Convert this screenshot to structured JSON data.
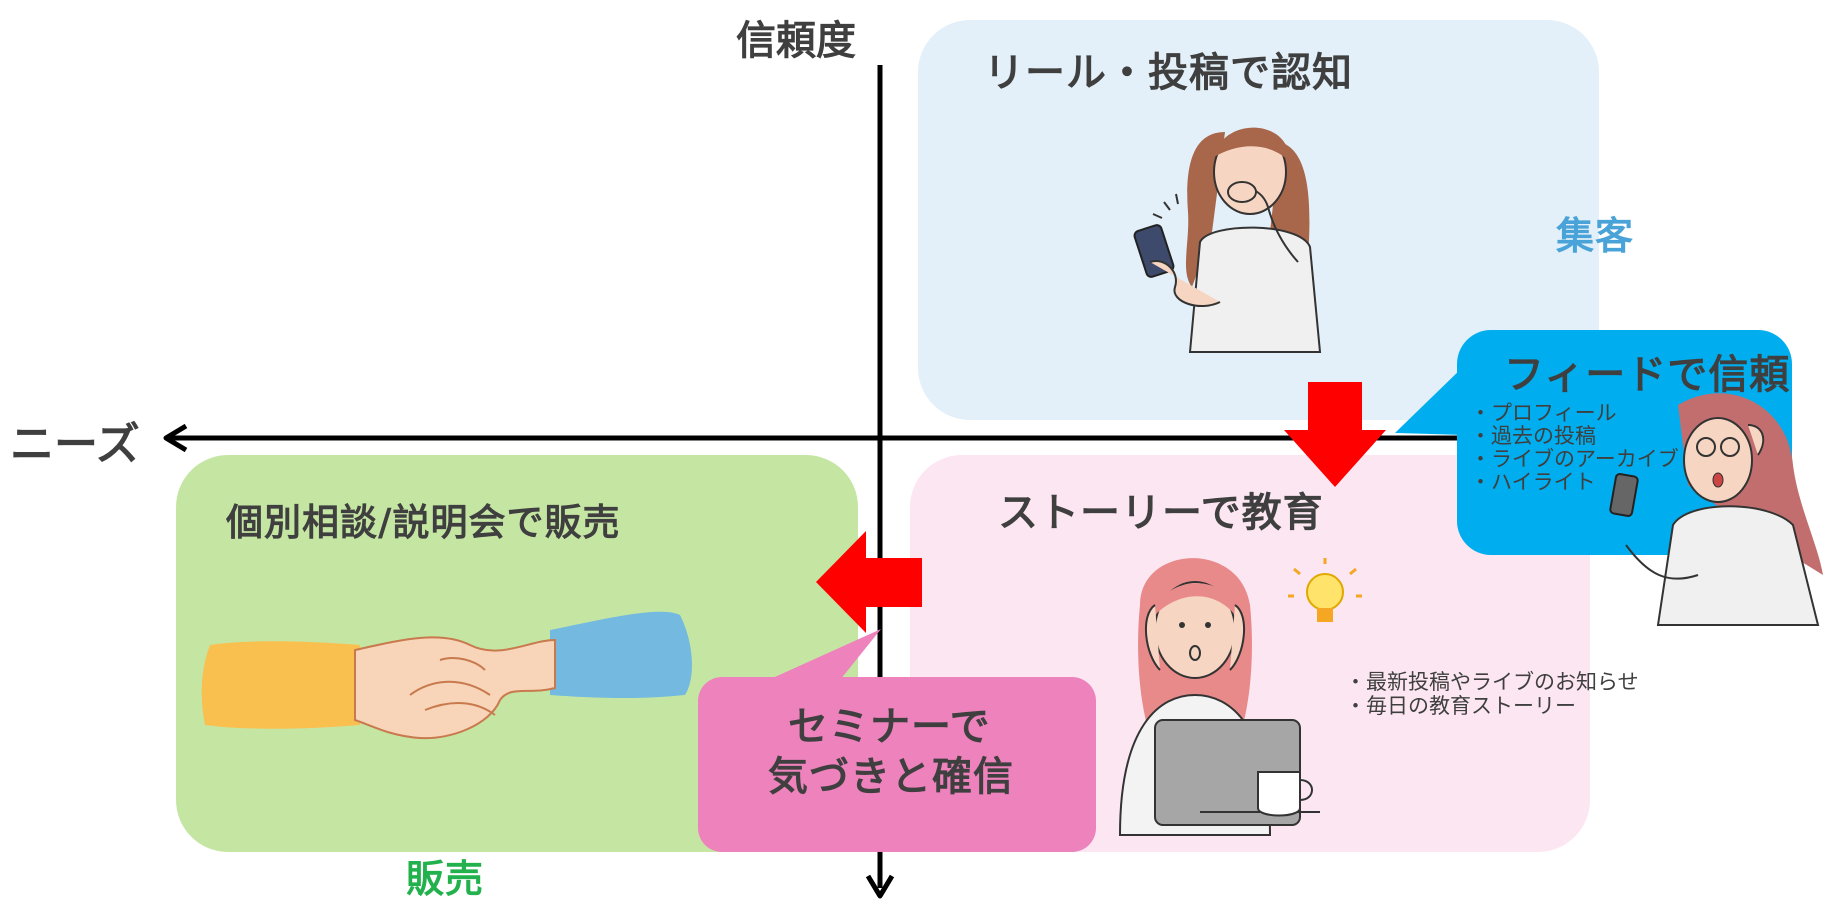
{
  "axes": {
    "vertical_label": "信頼度",
    "horizontal_label": "ニーズ"
  },
  "quadrants": {
    "top_right": {
      "title": "リール・投稿で認知",
      "side_label": "集客",
      "color": "#e3f0f9"
    },
    "bottom_right": {
      "title": "ストーリーで教育",
      "color": "#fbe6f1",
      "bullets": [
        "・最新投稿やライブのお知らせ",
        "・毎日の教育ストーリー"
      ]
    },
    "bottom_left": {
      "title": "個別相談/説明会で販売",
      "bottom_label": "販売",
      "color": "#c5e6a3"
    }
  },
  "callouts": {
    "feed": {
      "title": "フィードで信頼",
      "color": "#00aeef",
      "bullets": [
        "・プロフィール",
        "・過去の投稿",
        "・ライブのアーカイブ",
        "・ハイライト"
      ]
    },
    "seminar": {
      "line1": "セミナーで",
      "line2": "気づきと確信",
      "color": "#ee82bd"
    }
  },
  "colors": {
    "arrow": "#ff0000",
    "axis": "#000000",
    "shu_kyaku": "#4aa3d8",
    "hanbai": "#22b14c"
  },
  "icons": [
    "surprised-woman-phone-icon",
    "stressed-woman-laptop-icon",
    "lightbulb-icon",
    "coffee-cup-icon",
    "woman-glasses-phone-icon",
    "handshake-icon"
  ]
}
